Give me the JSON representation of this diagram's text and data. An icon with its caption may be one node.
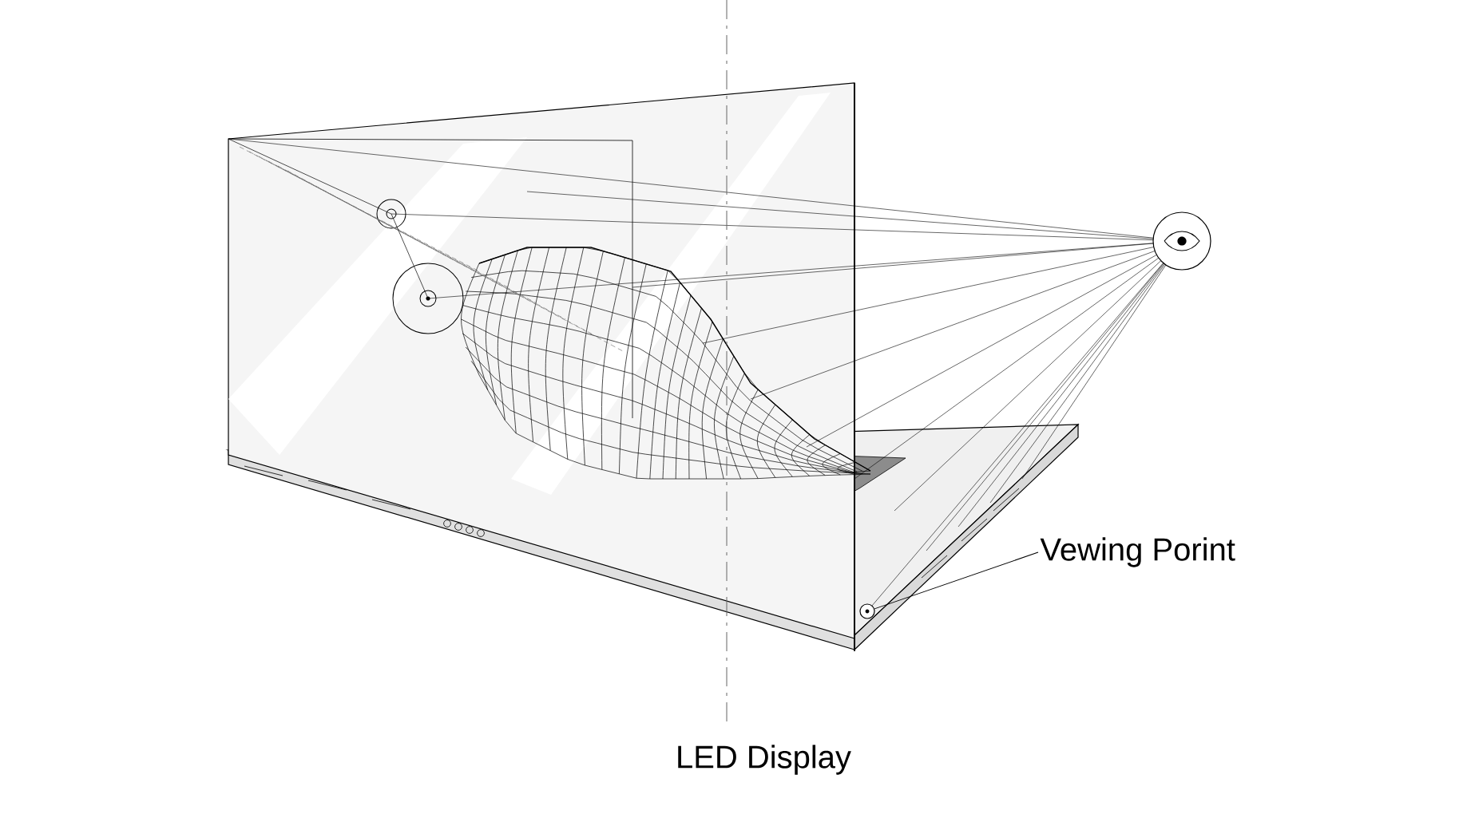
{
  "diagram": {
    "nodes": [
      {
        "text": [
          "Vewing Porint"
        ]
      },
      {
        "text": [],
        "shape": "circle"
      }
    ],
    "edges": [
      {
        "from": 0,
        "to": 1,
        "arrow": "none"
      }
    ],
    "labels": [
      "LED Display"
    ]
  }
}
